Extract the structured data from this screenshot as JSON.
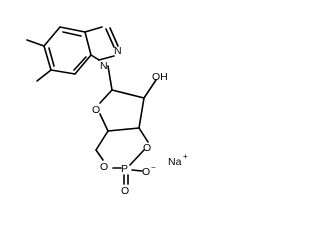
{
  "molecule": {
    "atoms": {
      "n_imidazole": "N",
      "n_ring": "N",
      "o_hydroxyl": "OH",
      "o_furanose": "O",
      "o_phosphate_right": "O",
      "o_phosphate_left": "O",
      "phosphorus": "P",
      "o_double": "O",
      "o_anion": "O",
      "o_anion_charge": "−",
      "sodium": "Na",
      "sodium_charge": "+"
    }
  }
}
